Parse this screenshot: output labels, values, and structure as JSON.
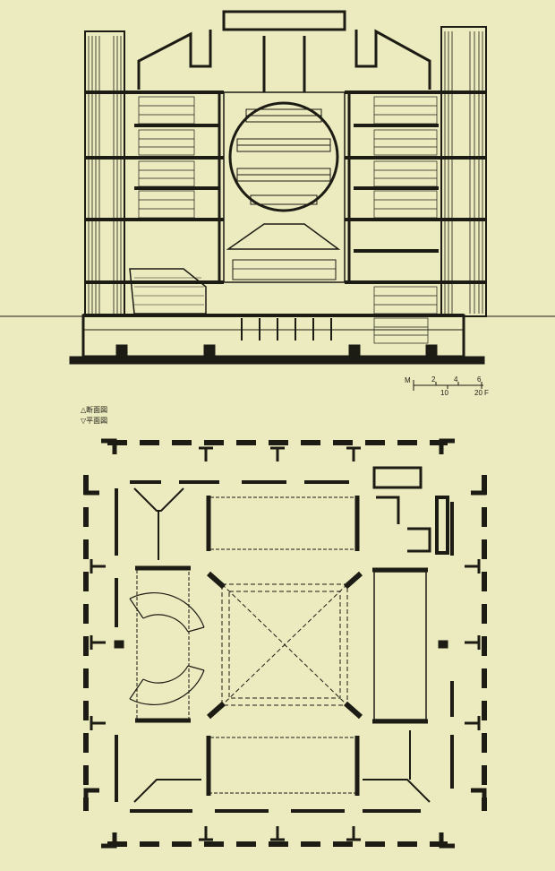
{
  "labels": {
    "section": "△断面図",
    "plan": "▽平面図"
  },
  "scale": {
    "unit_top": "M",
    "top_ticks": [
      "2",
      "4",
      "6"
    ],
    "bottom_ticks": [
      "10",
      "20"
    ],
    "unit_bottom": "F"
  },
  "colors": {
    "paper": "#ecebbf",
    "ink": "#1c1b14",
    "wall_fill": "#d9d7ab"
  }
}
